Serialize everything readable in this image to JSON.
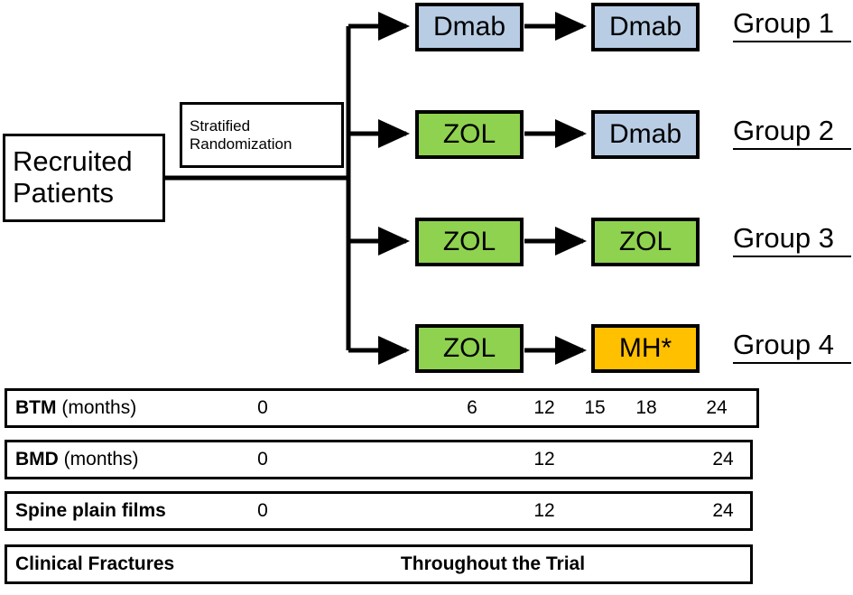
{
  "flow": {
    "source_box": {
      "line1": "Recruited",
      "line2": "Patients"
    },
    "randomization_box": {
      "line1": "Stratified",
      "line2": "Randomization"
    },
    "arms": [
      {
        "group_label": "Group 1",
        "phase1": {
          "text": "Dmab",
          "fill": "#b8cce4"
        },
        "phase2": {
          "text": "Dmab",
          "fill": "#b8cce4"
        }
      },
      {
        "group_label": "Group 2",
        "phase1": {
          "text": "ZOL",
          "fill": "#8fd24f"
        },
        "phase2": {
          "text": "Dmab",
          "fill": "#b8cce4"
        }
      },
      {
        "group_label": "Group 3",
        "phase1": {
          "text": "ZOL",
          "fill": "#8fd24f"
        },
        "phase2": {
          "text": "ZOL",
          "fill": "#8fd24f"
        }
      },
      {
        "group_label": "Group 4",
        "phase1": {
          "text": "ZOL",
          "fill": "#8fd24f"
        },
        "phase2": {
          "text": "MH*",
          "fill": "#ffc000"
        }
      }
    ]
  },
  "schedule": {
    "rows": [
      {
        "label_bold": "BTM",
        "label_normal": " (months)",
        "timepoints": [
          "0",
          "6",
          "12",
          "15",
          "18",
          "24"
        ]
      },
      {
        "label_bold": "BMD",
        "label_normal": " (months)",
        "timepoints": [
          "0",
          "12",
          "24"
        ]
      },
      {
        "label_bold": "Spine plain films",
        "label_normal": "",
        "timepoints": [
          "0",
          "12",
          "24"
        ]
      },
      {
        "label_bold": "Clinical Fractures",
        "label_normal": "",
        "value": "Throughout the Trial"
      }
    ]
  },
  "colors": {
    "dmab": "#b8cce4",
    "zol": "#8fd24f",
    "mh": "#ffc000",
    "outline": "#000000",
    "background": "#ffffff"
  }
}
